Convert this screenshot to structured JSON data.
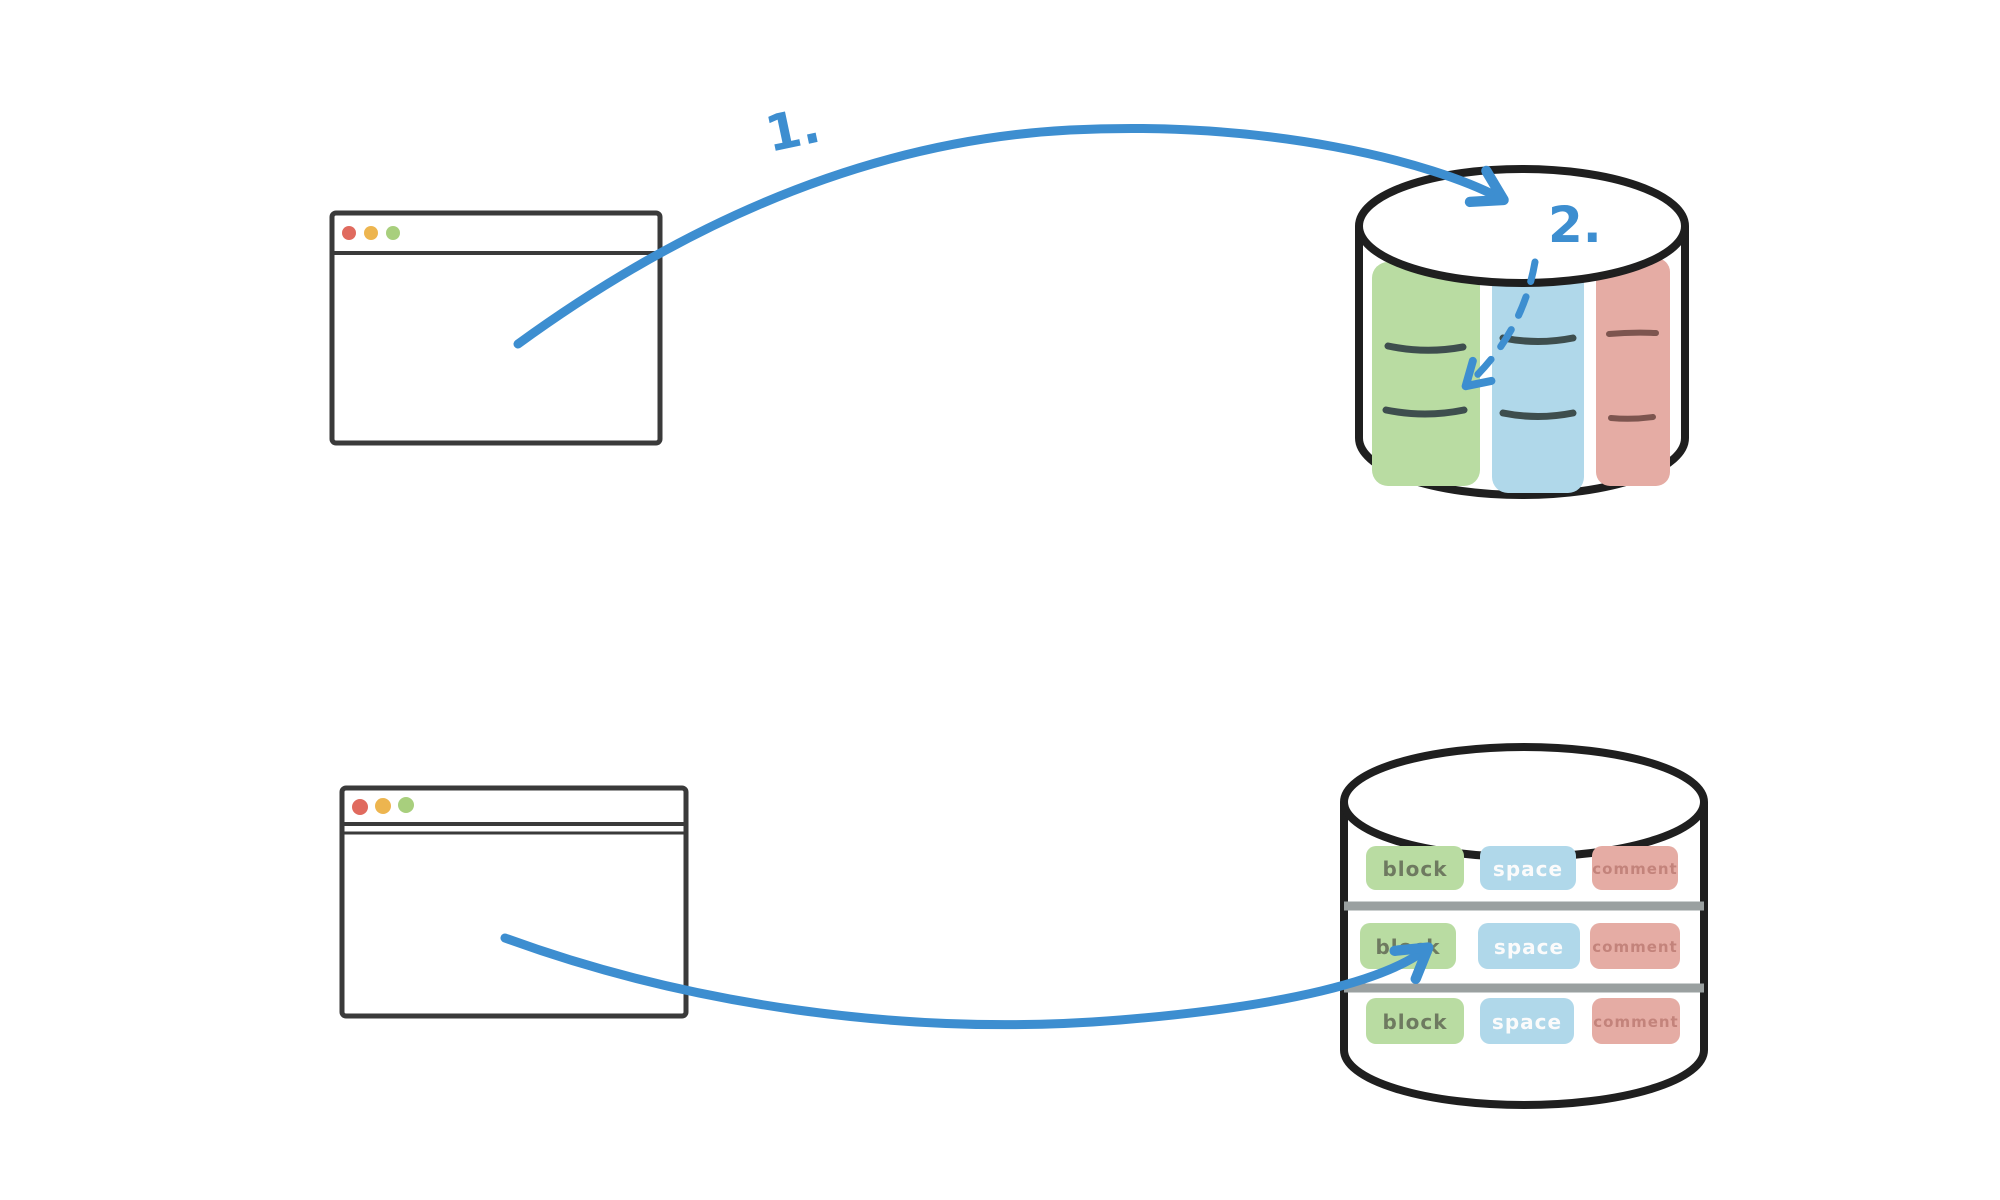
{
  "diagram": {
    "annotations": {
      "step1_label": "1.",
      "step2_label": "2."
    },
    "colors": {
      "arrow_blue": "#3d8ed0",
      "ink": "#1f1f1f",
      "row_separator": "#9aa0a0",
      "green": "#b9dca2",
      "blue": "#b0d8ea",
      "pink": "#e5aca4"
    },
    "top_flow": {
      "window": {
        "titlebar_dots": [
          "#e06a5e",
          "#edb54f",
          "#a8cf7d"
        ]
      },
      "database_columns": [
        {
          "name": "green-column",
          "color": "#b9dca2"
        },
        {
          "name": "blue-column",
          "color": "#b0d8ea"
        },
        {
          "name": "pink-column",
          "color": "#e5aca4"
        }
      ]
    },
    "bottom_flow": {
      "window": {
        "titlebar_dots": [
          "#e06a5e",
          "#edb54f",
          "#a8cf7d"
        ]
      },
      "database_rows": [
        {
          "cells": [
            {
              "label": "block",
              "color": "#b9dca2"
            },
            {
              "label": "space",
              "color": "#b0d8ea"
            },
            {
              "label": "comment",
              "color": "#e5aca4"
            }
          ]
        },
        {
          "cells": [
            {
              "label": "block",
              "color": "#b9dca2"
            },
            {
              "label": "space",
              "color": "#b0d8ea"
            },
            {
              "label": "comment",
              "color": "#e5aca4"
            }
          ]
        },
        {
          "cells": [
            {
              "label": "block",
              "color": "#b9dca2"
            },
            {
              "label": "space",
              "color": "#b0d8ea"
            },
            {
              "label": "comment",
              "color": "#e5aca4"
            }
          ]
        }
      ]
    }
  }
}
